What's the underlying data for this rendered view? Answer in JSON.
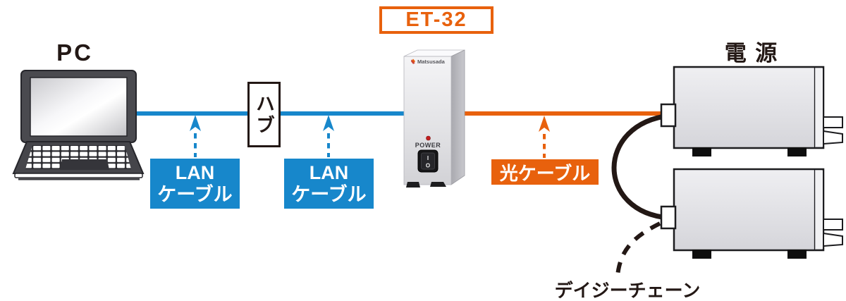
{
  "colors": {
    "lan_blue": "#1787CB",
    "optical_orange": "#E8610D",
    "ink_black": "#231815"
  },
  "labels": {
    "pc": "PC",
    "hub": "ハブ",
    "lan": {
      "line1": "LAN",
      "line2": "ケーブル"
    },
    "optical_cable": "光ケーブル",
    "model_badge": "ET-32",
    "power_supply": "電 源",
    "daisy_chain": "デイジーチェーン"
  },
  "converter": {
    "brand": "Matsusada",
    "power_label": "POWER",
    "switch_on": "I",
    "switch_off": "O"
  }
}
